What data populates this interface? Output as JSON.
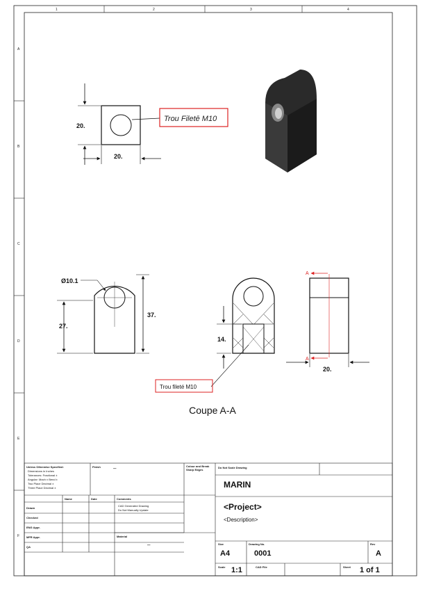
{
  "border": {
    "columns": [
      "1",
      "2",
      "3",
      "4"
    ],
    "rows": [
      "A",
      "B",
      "C",
      "D",
      "E",
      "F"
    ]
  },
  "dimensions": {
    "top_height": "20.",
    "top_width": "20.",
    "diameter": "Ø10.1",
    "left_height": "27.",
    "total_height": "37.",
    "section_height": "14.",
    "side_width": "20."
  },
  "annotations": {
    "handwritten_thread": "Trou Filetē M10",
    "thread_label": "Trou fileté M10",
    "section_marker_top": "A",
    "section_marker_bottom": "A",
    "section_title": "Coupe A-A"
  },
  "title_block": {
    "unless_title": "Unless Otherwise Specified:",
    "unless_lines": [
      "Dimensions in Inches",
      "Tolerances: Fractional  ±",
      "Angular: Mach ±   Bend  ±",
      "Two Place Decimal      ±",
      "Three Place Decimal    ±"
    ],
    "finish_label": "Finish",
    "finish_value": "–",
    "colour_label": "Colour and Break Sharp Edges",
    "do_not_scale": "Do Not Scale Drawing",
    "company": "MARIN",
    "project": "<Project>",
    "description": "<Description>",
    "name_header": "Name",
    "date_header": "Date",
    "comments_header": "Comments",
    "comments_lines": [
      "CAD Generated Drawing",
      "Do Not Manually Update"
    ],
    "roles": [
      "Drawn",
      "Checked",
      "ENG Appr.",
      "MFR Appr.",
      "QA"
    ],
    "material_label": "Material",
    "material_value": "–",
    "size_label": "Size",
    "size_value": "A4",
    "drawing_no_label": "Drawing No.",
    "drawing_no_value": "0001",
    "rev_label": "Rev",
    "rev_value": "A",
    "scale_label": "Scale",
    "scale_value": "1:1",
    "cad_file_label": "CAD File",
    "sheet_label": "Sheet",
    "sheet_value": "1 of 1"
  }
}
